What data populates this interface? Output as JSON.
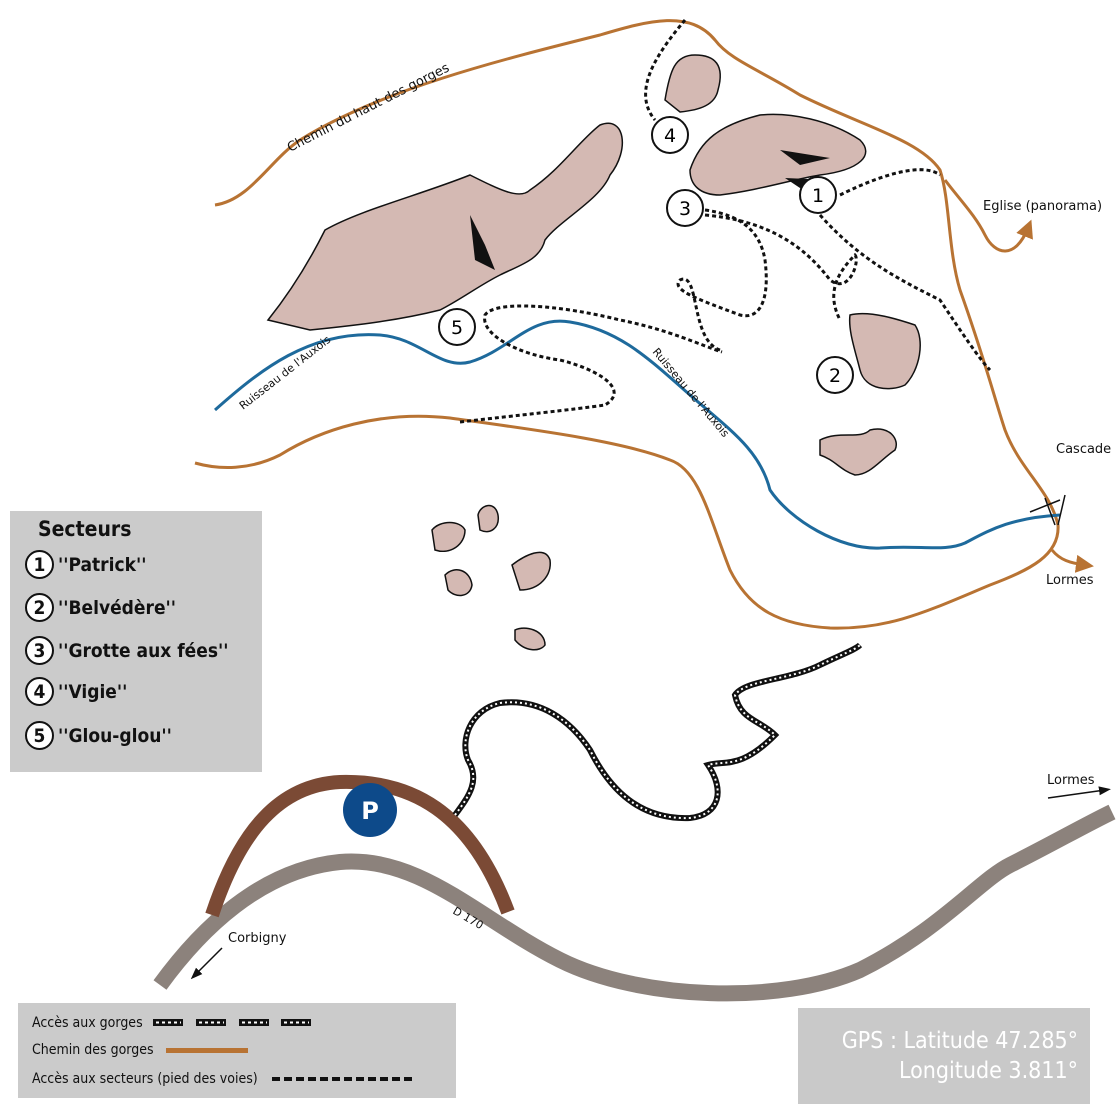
{
  "map": {
    "labels": {
      "chemin_haut": "Chemin du haut des gorges",
      "ruisseau_1": "Ruisseau de l'Auxois",
      "ruisseau_2": "Ruisseau de l'Auxois",
      "eglise": "Eglise (panorama)",
      "cascade": "Cascade",
      "lormes_1": "Lormes",
      "lormes_2": "Lormes",
      "corbigny": "Corbigny",
      "road": "D 170",
      "parking": "P"
    },
    "markers": [
      "1",
      "2",
      "3",
      "4",
      "5"
    ],
    "colors": {
      "path": "#b87333",
      "river": "#1e6a9c",
      "road": "#8c827c",
      "parking_road": "#7b4a35",
      "parking": "#0d4a8a",
      "rock": "#d4b9b3"
    }
  },
  "sectors": {
    "title": "Secteurs",
    "items": [
      {
        "num": "1",
        "name": "''Patrick''"
      },
      {
        "num": "2",
        "name": "''Belvédère''"
      },
      {
        "num": "3",
        "name": "''Grotte aux fées''"
      },
      {
        "num": "4",
        "name": "''Vigie''"
      },
      {
        "num": "5",
        "name": "''Glou-glou''"
      }
    ]
  },
  "legend": {
    "access_gorges": "Accès aux gorges",
    "chemin_gorges": "Chemin des gorges",
    "access_secteurs": "Accès aux secteurs (pied des voies)"
  },
  "gps": {
    "latitude": "GPS :  Latitude 47.285°",
    "longitude": "Longitude 3.811°"
  }
}
